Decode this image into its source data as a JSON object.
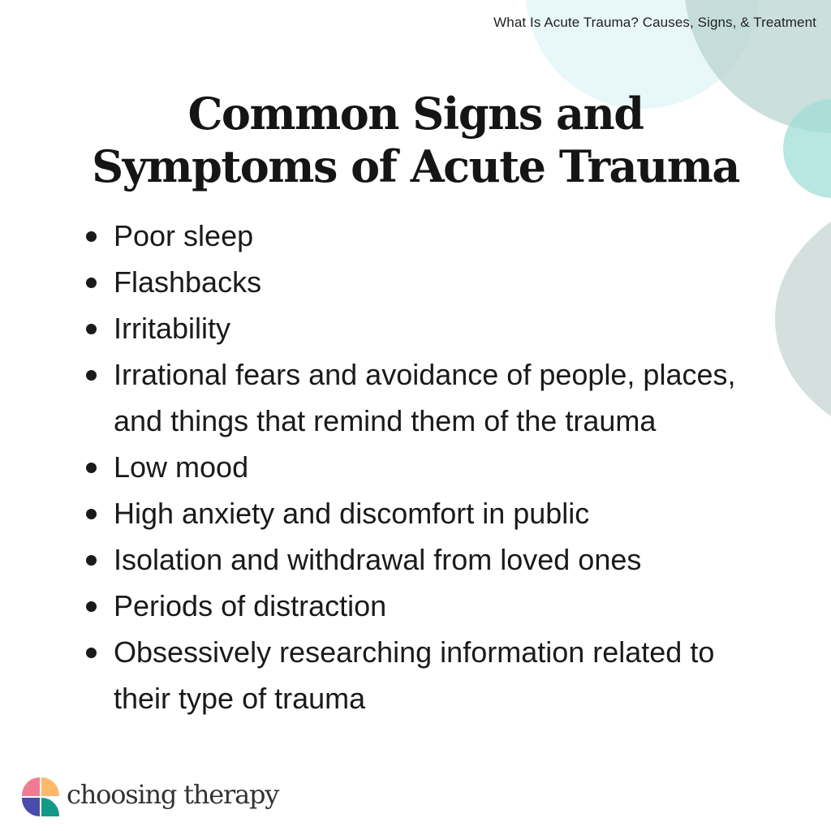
{
  "header": {
    "article_title": "What Is Acute Trauma? Causes, Signs, & Treatment"
  },
  "main": {
    "title_line1": "Common Signs and",
    "title_line2": "Symptoms of Acute Trauma",
    "items": [
      {
        "label": "Poor sleep"
      },
      {
        "label": "Flashbacks"
      },
      {
        "label": "Irritability"
      },
      {
        "label": "Irrational fears and avoidance of people, places, and things that remind them of the trauma"
      },
      {
        "label": "Low mood"
      },
      {
        "label": "High anxiety and discomfort in public"
      },
      {
        "label": "Isolation and withdrawal from loved ones"
      },
      {
        "label": "Periods of distraction"
      },
      {
        "label": "Obsessively researching information related to their type of trauma"
      }
    ]
  },
  "brand": {
    "name": "choosing therapy",
    "logo_icon": "four-quadrant-logo-icon",
    "colors": {
      "pink": "#f27b93",
      "orange": "#fdb86a",
      "indigo": "#4a4bab",
      "teal": "#13998a"
    }
  },
  "decor": {
    "circle_colors": [
      "#e8f7f7",
      "#b7d3cf",
      "#a0ded6",
      "#d4dfde"
    ]
  }
}
